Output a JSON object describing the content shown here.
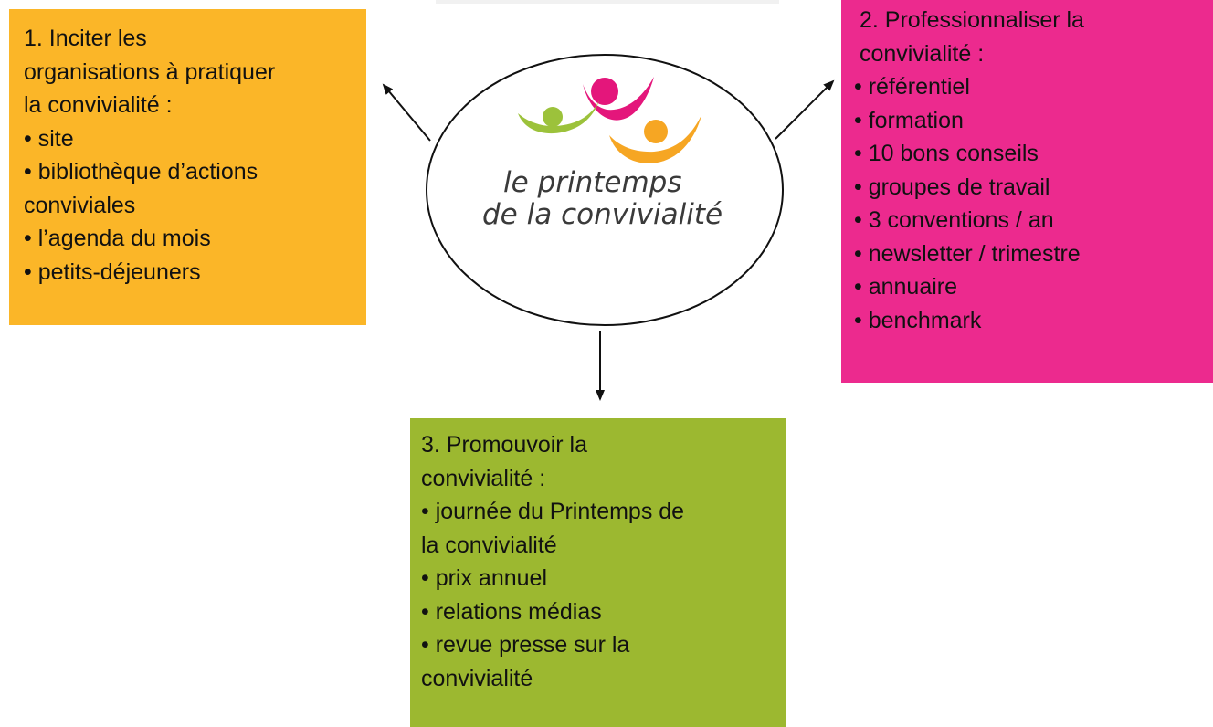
{
  "center": {
    "logo_line1": "le printemps",
    "logo_line2": "de la convivialité"
  },
  "boxes": [
    {
      "id": "box-orange",
      "title": "1. Inciter les\norganisations à pratiquer\nla convivialité :",
      "items": [
        "site",
        "bibliothèque d’actions\nconviviales",
        "l’agenda du mois",
        "petits-déjeuners"
      ],
      "color": "#FBB628"
    },
    {
      "id": "box-magenta",
      "title": "2. Professionnaliser la\nconvivialité :",
      "items": [
        "référentiel",
        "formation",
        "10 bons conseils",
        "groupes de travail",
        "3 conventions / an",
        "newsletter / trimestre",
        "annuaire",
        "benchmark"
      ],
      "color": "#EC2A8E"
    },
    {
      "id": "box-green",
      "title": "3. Promouvoir la\nconvivialité :",
      "items": [
        "journée du Printemps de\nla convivialité",
        "prix annuel",
        "relations médias",
        "revue presse sur la\nconvivialité"
      ],
      "color": "#9CB830"
    }
  ]
}
